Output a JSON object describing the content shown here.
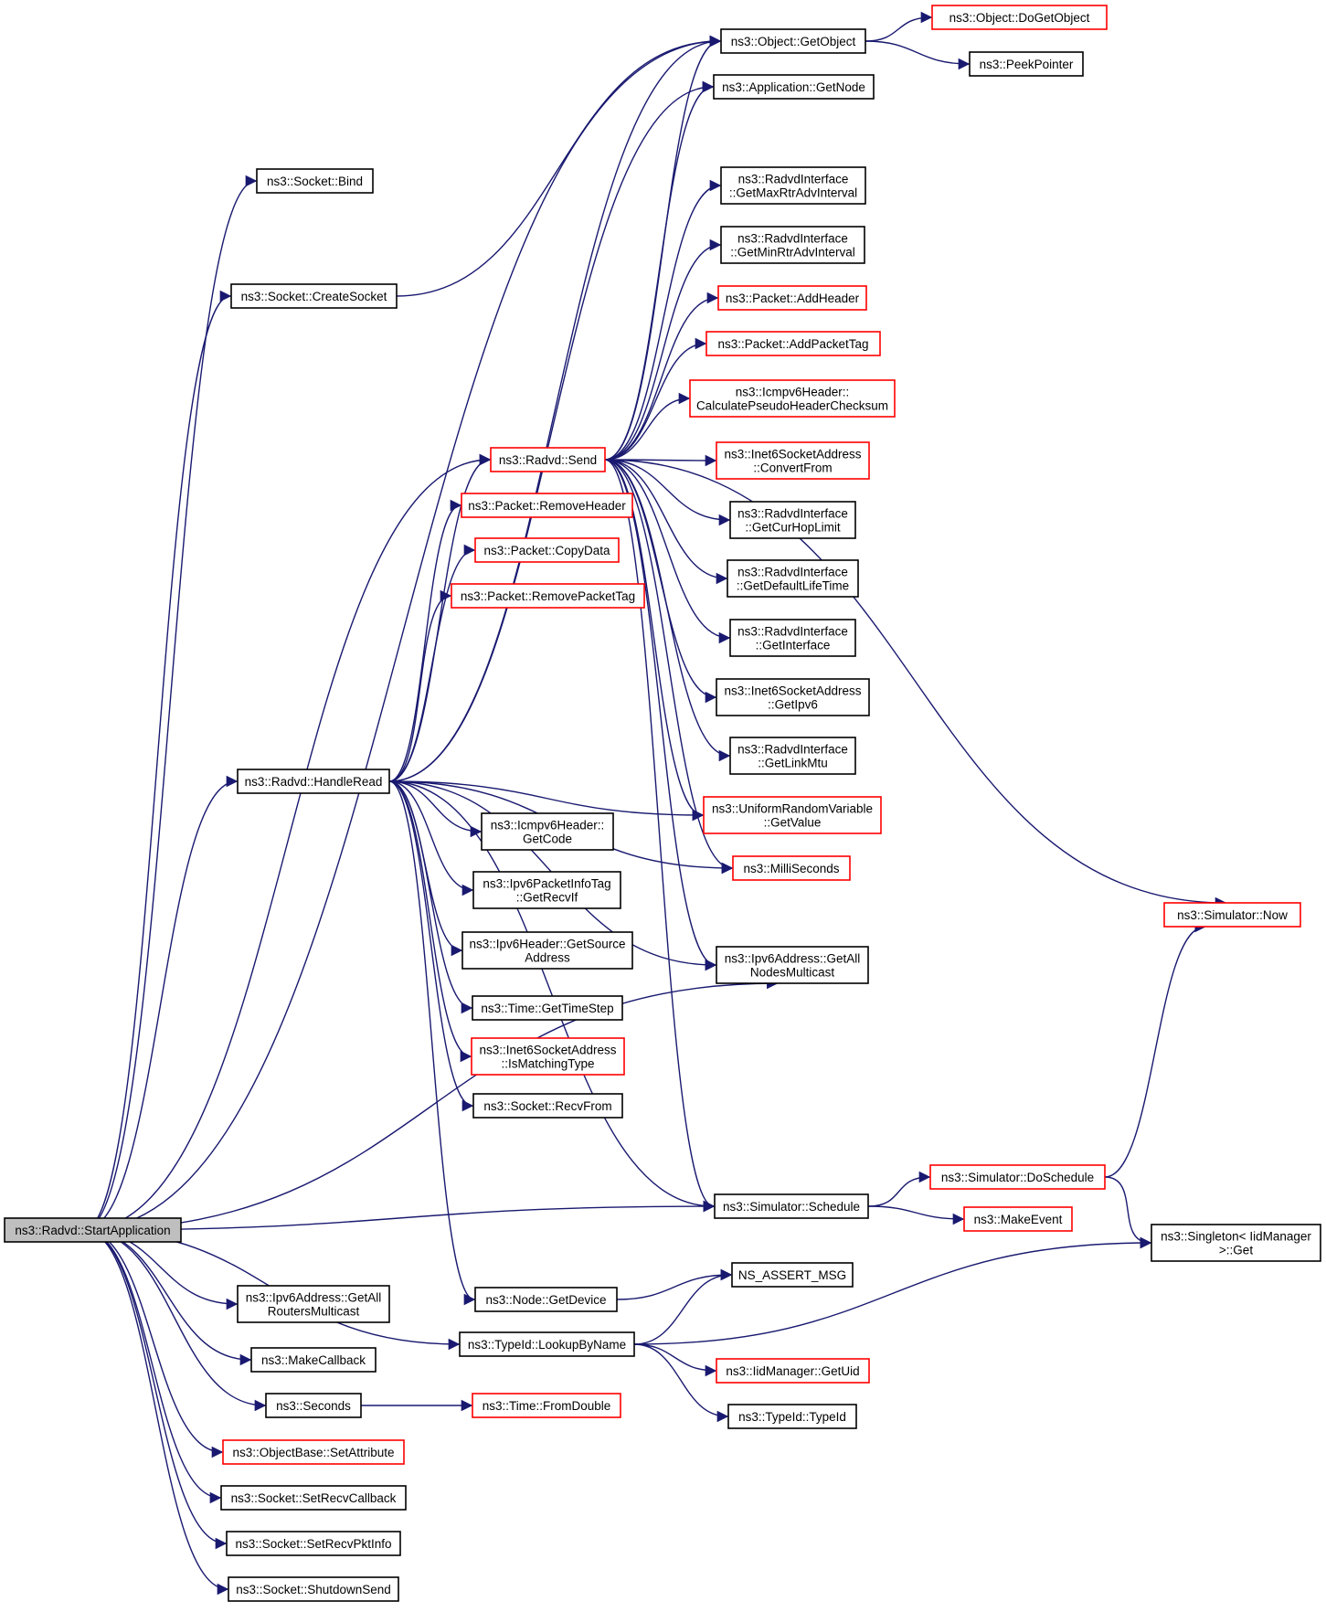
{
  "nodes": {
    "root": {
      "lines": [
        "ns3::Radvd::StartApplication"
      ],
      "color": "gray"
    },
    "getobject": {
      "lines": [
        "ns3::Object::GetObject"
      ],
      "color": "black"
    },
    "dogetobject": {
      "lines": [
        "ns3::Object::DoGetObject"
      ],
      "color": "red"
    },
    "peekpointer": {
      "lines": [
        "ns3::PeekPointer"
      ],
      "color": "black"
    },
    "getnode": {
      "lines": [
        "ns3::Application::GetNode"
      ],
      "color": "black"
    },
    "bind": {
      "lines": [
        "ns3::Socket::Bind"
      ],
      "color": "black"
    },
    "getmaxrtr": {
      "lines": [
        "ns3::RadvdInterface",
        "::GetMaxRtrAdvInterval"
      ],
      "color": "black"
    },
    "getminrtr": {
      "lines": [
        "ns3::RadvdInterface",
        "::GetMinRtrAdvInterval"
      ],
      "color": "black"
    },
    "createsocket": {
      "lines": [
        "ns3::Socket::CreateSocket"
      ],
      "color": "black"
    },
    "addheader": {
      "lines": [
        "ns3::Packet::AddHeader"
      ],
      "color": "red"
    },
    "addpackettag": {
      "lines": [
        "ns3::Packet::AddPacketTag"
      ],
      "color": "red"
    },
    "calcpseudo": {
      "lines": [
        "ns3::Icmpv6Header::",
        "CalculatePseudoHeaderChecksum"
      ],
      "color": "red"
    },
    "send": {
      "lines": [
        "ns3::Radvd::Send"
      ],
      "color": "red"
    },
    "convertfrom": {
      "lines": [
        "ns3::Inet6SocketAddress",
        "::ConvertFrom"
      ],
      "color": "red"
    },
    "removeheader": {
      "lines": [
        "ns3::Packet::RemoveHeader"
      ],
      "color": "red"
    },
    "getcurhop": {
      "lines": [
        "ns3::RadvdInterface",
        "::GetCurHopLimit"
      ],
      "color": "black"
    },
    "copydata": {
      "lines": [
        "ns3::Packet::CopyData"
      ],
      "color": "red"
    },
    "getdefaultlife": {
      "lines": [
        "ns3::RadvdInterface",
        "::GetDefaultLifeTime"
      ],
      "color": "black"
    },
    "removepackettag": {
      "lines": [
        "ns3::Packet::RemovePacketTag"
      ],
      "color": "red"
    },
    "getinterface": {
      "lines": [
        "ns3::RadvdInterface",
        "::GetInterface"
      ],
      "color": "black"
    },
    "getipv6": {
      "lines": [
        "ns3::Inet6SocketAddress",
        "::GetIpv6"
      ],
      "color": "black"
    },
    "getlinkmtu": {
      "lines": [
        "ns3::RadvdInterface",
        "::GetLinkMtu"
      ],
      "color": "black"
    },
    "handleread": {
      "lines": [
        "ns3::Radvd::HandleRead"
      ],
      "color": "black"
    },
    "getvalue": {
      "lines": [
        "ns3::UniformRandomVariable",
        "::GetValue"
      ],
      "color": "red"
    },
    "getcode": {
      "lines": [
        "ns3::Icmpv6Header::",
        "GetCode"
      ],
      "color": "black"
    },
    "milliseconds": {
      "lines": [
        "ns3::MilliSeconds"
      ],
      "color": "red"
    },
    "getrecvif": {
      "lines": [
        "ns3::Ipv6PacketInfoTag",
        "::GetRecvIf"
      ],
      "color": "black"
    },
    "now": {
      "lines": [
        "ns3::Simulator::Now"
      ],
      "color": "red"
    },
    "getsourceaddr": {
      "lines": [
        "ns3::Ipv6Header::GetSource",
        "Address"
      ],
      "color": "black"
    },
    "getallnodes": {
      "lines": [
        "ns3::Ipv6Address::GetAll",
        "NodesMulticast"
      ],
      "color": "black"
    },
    "gettimestep": {
      "lines": [
        "ns3::Time::GetTimeStep"
      ],
      "color": "black"
    },
    "ismatchingtype": {
      "lines": [
        "ns3::Inet6SocketAddress",
        "::IsMatchingType"
      ],
      "color": "red"
    },
    "recvfrom": {
      "lines": [
        "ns3::Socket::RecvFrom"
      ],
      "color": "black"
    },
    "doschedule": {
      "lines": [
        "ns3::Simulator::DoSchedule"
      ],
      "color": "red"
    },
    "schedule": {
      "lines": [
        "ns3::Simulator::Schedule"
      ],
      "color": "black"
    },
    "makeevent": {
      "lines": [
        "ns3::MakeEvent"
      ],
      "color": "red"
    },
    "singletonget": {
      "lines": [
        "ns3::Singleton< IidManager",
        ">::Get"
      ],
      "color": "black"
    },
    "assertmsg": {
      "lines": [
        "NS_ASSERT_MSG"
      ],
      "color": "black"
    },
    "getallrouters": {
      "lines": [
        "ns3::Ipv6Address::GetAll",
        "RoutersMulticast"
      ],
      "color": "black"
    },
    "getdevice": {
      "lines": [
        "ns3::Node::GetDevice"
      ],
      "color": "black"
    },
    "lookupbyname": {
      "lines": [
        "ns3::TypeId::LookupByName"
      ],
      "color": "black"
    },
    "makecallback": {
      "lines": [
        "ns3::MakeCallback"
      ],
      "color": "black"
    },
    "getuid": {
      "lines": [
        "ns3::IidManager::GetUid"
      ],
      "color": "red"
    },
    "seconds": {
      "lines": [
        "ns3::Seconds"
      ],
      "color": "black"
    },
    "fromdouble": {
      "lines": [
        "ns3::Time::FromDouble"
      ],
      "color": "red"
    },
    "typeid": {
      "lines": [
        "ns3::TypeId::TypeId"
      ],
      "color": "black"
    },
    "setattribute": {
      "lines": [
        "ns3::ObjectBase::SetAttribute"
      ],
      "color": "red"
    },
    "setrecvcallback": {
      "lines": [
        "ns3::Socket::SetRecvCallback"
      ],
      "color": "black"
    },
    "setrecvpktinfo": {
      "lines": [
        "ns3::Socket::SetRecvPktInfo"
      ],
      "color": "black"
    },
    "shutdownsend": {
      "lines": [
        "ns3::Socket::ShutdownSend"
      ],
      "color": "black"
    }
  },
  "edges": [
    [
      "root",
      "bind"
    ],
    [
      "root",
      "createsocket"
    ],
    [
      "root",
      "getobject"
    ],
    [
      "root",
      "send"
    ],
    [
      "root",
      "handleread"
    ],
    [
      "root",
      "getallnodes"
    ],
    [
      "root",
      "schedule"
    ],
    [
      "root",
      "lookupbyname"
    ],
    [
      "root",
      "getallrouters"
    ],
    [
      "root",
      "makecallback"
    ],
    [
      "root",
      "seconds"
    ],
    [
      "root",
      "setattribute"
    ],
    [
      "root",
      "setrecvcallback"
    ],
    [
      "root",
      "setrecvpktinfo"
    ],
    [
      "root",
      "shutdownsend"
    ],
    [
      "createsocket",
      "getobject"
    ],
    [
      "getobject",
      "dogetobject"
    ],
    [
      "getobject",
      "peekpointer"
    ],
    [
      "send",
      "getobject"
    ],
    [
      "send",
      "getnode"
    ],
    [
      "send",
      "getmaxrtr"
    ],
    [
      "send",
      "getminrtr"
    ],
    [
      "send",
      "addheader"
    ],
    [
      "send",
      "addpackettag"
    ],
    [
      "send",
      "calcpseudo"
    ],
    [
      "send",
      "convertfrom"
    ],
    [
      "send",
      "getcurhop"
    ],
    [
      "send",
      "getdefaultlife"
    ],
    [
      "send",
      "getinterface"
    ],
    [
      "send",
      "getipv6"
    ],
    [
      "send",
      "getlinkmtu"
    ],
    [
      "send",
      "getvalue"
    ],
    [
      "send",
      "milliseconds"
    ],
    [
      "send",
      "now"
    ],
    [
      "send",
      "getallnodes"
    ],
    [
      "send",
      "schedule"
    ],
    [
      "handleread",
      "getobject"
    ],
    [
      "handleread",
      "getnode"
    ],
    [
      "handleread",
      "send"
    ],
    [
      "handleread",
      "removeheader"
    ],
    [
      "handleread",
      "copydata"
    ],
    [
      "handleread",
      "removepackettag"
    ],
    [
      "handleread",
      "getvalue"
    ],
    [
      "handleread",
      "milliseconds"
    ],
    [
      "handleread",
      "getcode"
    ],
    [
      "handleread",
      "getrecvif"
    ],
    [
      "handleread",
      "getsourceaddr"
    ],
    [
      "handleread",
      "gettimestep"
    ],
    [
      "handleread",
      "ismatchingtype"
    ],
    [
      "handleread",
      "recvfrom"
    ],
    [
      "handleread",
      "getdevice"
    ],
    [
      "handleread",
      "schedule"
    ],
    [
      "handleread",
      "getallnodes"
    ],
    [
      "schedule",
      "doschedule"
    ],
    [
      "schedule",
      "makeevent"
    ],
    [
      "doschedule",
      "now"
    ],
    [
      "doschedule",
      "singletonget"
    ],
    [
      "getdevice",
      "assertmsg"
    ],
    [
      "lookupbyname",
      "assertmsg"
    ],
    [
      "lookupbyname",
      "singletonget"
    ],
    [
      "lookupbyname",
      "getuid"
    ],
    [
      "lookupbyname",
      "typeid"
    ],
    [
      "seconds",
      "fromdouble"
    ]
  ]
}
